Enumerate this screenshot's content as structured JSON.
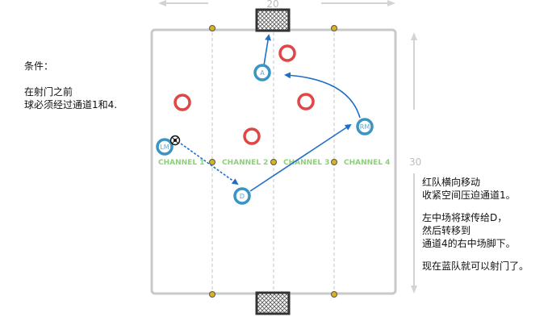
{
  "conditions": {
    "title": "条件：",
    "line1": "在射门之前",
    "line2": "球必须经过通道1和4."
  },
  "notes": {
    "p1_line1": "红队横向移动",
    "p1_line2": "收紧空间压迫通道1。",
    "p2_line1": "左中场将球传给D，",
    "p2_line2": "然后转移到",
    "p2_line3": "通道4的右中场脚下。",
    "p3_line1": "现在蓝队就可以射门了。"
  },
  "dimensions": {
    "width": "20",
    "height": "30"
  },
  "channels": [
    "CHANNEL 1",
    "CHANNEL 2",
    "CHANNEL 3",
    "CHANNEL 4"
  ],
  "players": {
    "a": "A",
    "d": "D",
    "lm": "LM",
    "rm": "RM"
  },
  "colors": {
    "blue_team": "#3a94c4",
    "red_team": "#e04646",
    "arrow": "#1f6fc9",
    "field_border": "#c9c9c9",
    "channel_label": "#8fcf7c",
    "marker": "#d9b31f"
  },
  "icons": [
    "ball-icon",
    "goal-net-icon"
  ]
}
